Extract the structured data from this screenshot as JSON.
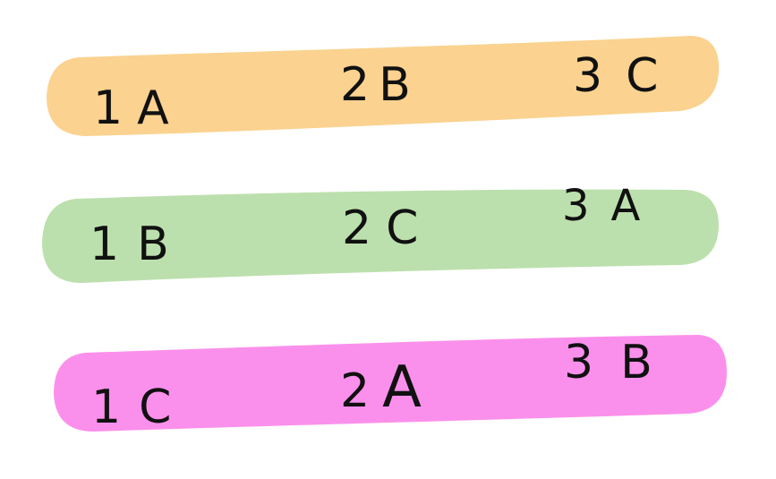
{
  "rows": [
    {
      "color": "#fbd28f",
      "items": [
        {
          "num": "1",
          "letter": "A"
        },
        {
          "num": "2",
          "letter": "B"
        },
        {
          "num": "3",
          "letter": "C"
        }
      ]
    },
    {
      "color": "#bce0ad",
      "items": [
        {
          "num": "1",
          "letter": "B"
        },
        {
          "num": "2",
          "letter": "C"
        },
        {
          "num": "3",
          "letter": "A"
        }
      ]
    },
    {
      "color": "#fb90ec",
      "items": [
        {
          "num": "1",
          "letter": "C"
        },
        {
          "num": "2",
          "letter": "A"
        },
        {
          "num": "3",
          "letter": "B"
        }
      ]
    }
  ]
}
